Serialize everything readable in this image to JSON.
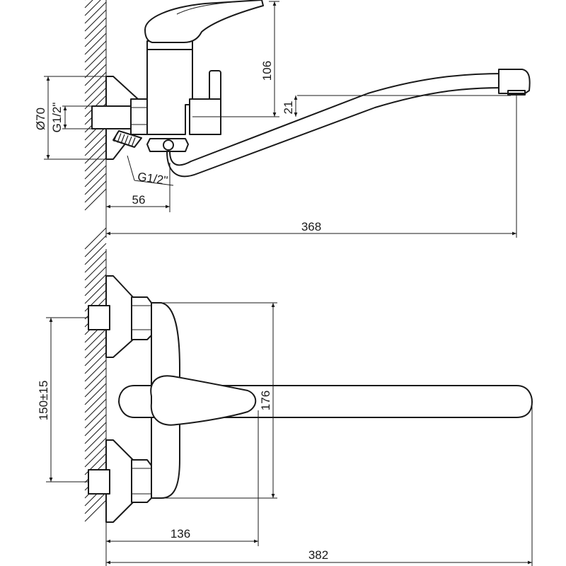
{
  "dimensions": {
    "side_view": {
      "height_handle": "106",
      "height_spout": "21",
      "diameter_flange": "Ø70",
      "thread_inlet": "G1/2\"",
      "thread_outlet": "G1/2\"",
      "depth_outlet": "56",
      "total_length": "368"
    },
    "top_view": {
      "inlet_spacing": "150±15",
      "body_width": "176",
      "body_depth": "136",
      "total_length": "382"
    }
  },
  "colors": {
    "line": "#1a1a1a",
    "background": "#ffffff"
  }
}
